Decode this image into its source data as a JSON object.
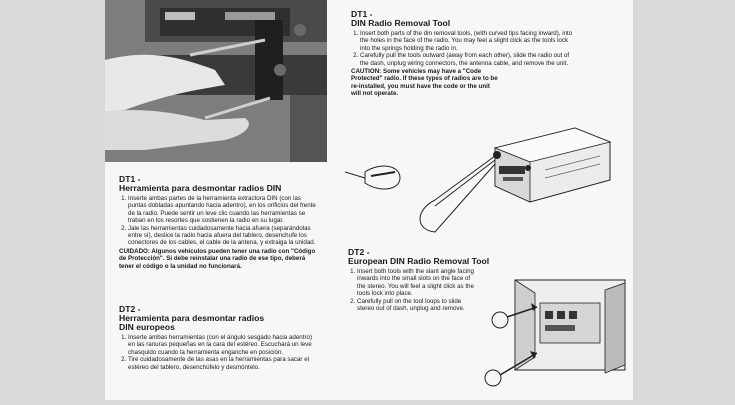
{
  "left": {
    "section1": {
      "code": "DT1 -",
      "title": "Herramienta para desmontar radios DIN",
      "steps": [
        "Inserte ambas partes de la herramienta extractora DIN (con las puntas dobladas apuntando hacia adentro), en los orificios del frente de la radio. Puede sentir un leve clic cuando las herramientas se traban en los resortes que sostienen la radio en su lugar.",
        "Jale las herramientas cuidadosamente hacia afuera (separándolas entre sí), deslice la radio hacia afuera del tablero, desenchufe los conectores de los cables, el cable de la antena, y extraiga la unidad."
      ],
      "caution": "CUIDADO: Algunos vehículos pueden tener una radio con \"Código de Protección\". Si debe reinstalar una radio de ese tipo, deberá tener el código o la unidad no funcionará."
    },
    "section2": {
      "code": "DT2 -",
      "title_line1": "Herramienta para desmontar radios",
      "title_line2": "DIN europeos",
      "steps": [
        "Inserte ambas herramientas (con el ángulo sesgado hacia adentro) en las ranuras pequeñas en la cara del estéreo. Escuchará un leve chasquido cuando la herramienta enganche en posición.",
        "Tire cuidadosamente de las asas en la herramientas para sacar el estéreo del tablero, desenchúfelo y desmóntelo."
      ]
    }
  },
  "right": {
    "section1": {
      "code": "DT1 -",
      "title": "DIN Radio Removal Tool",
      "steps": [
        "Insert both parts of the din removal tools, (with curved tips facing inward), into the holes in the face of the radio. You may feel a slight click as the tools lock into the springs holding the radio in.",
        "Carefully pull the tools outward (away from each other), slide the radio out of the dash, unplug wiring connectors, the antenna cable, and remove the unit."
      ],
      "caution": "CAUTION:  Some vehicles may have a \"Code Protected\" radio. If these types of radios are to be re-installed, you must  have the code or the unit will not operate."
    },
    "section2": {
      "code": "DT2 -",
      "title": "European DIN Radio Removal Tool",
      "steps": [
        "Insert both tools with the slant angle facing inwards into the small slots on the face of the stereo.  You will feel a slight click as the tools lock into place.",
        "Carefully pull on the tool loops to slide stereo out of dash, unplug and remove."
      ]
    }
  },
  "icons": [
    "radio-removal-photo",
    "din-tool-diagram",
    "european-din-tool-diagram"
  ]
}
